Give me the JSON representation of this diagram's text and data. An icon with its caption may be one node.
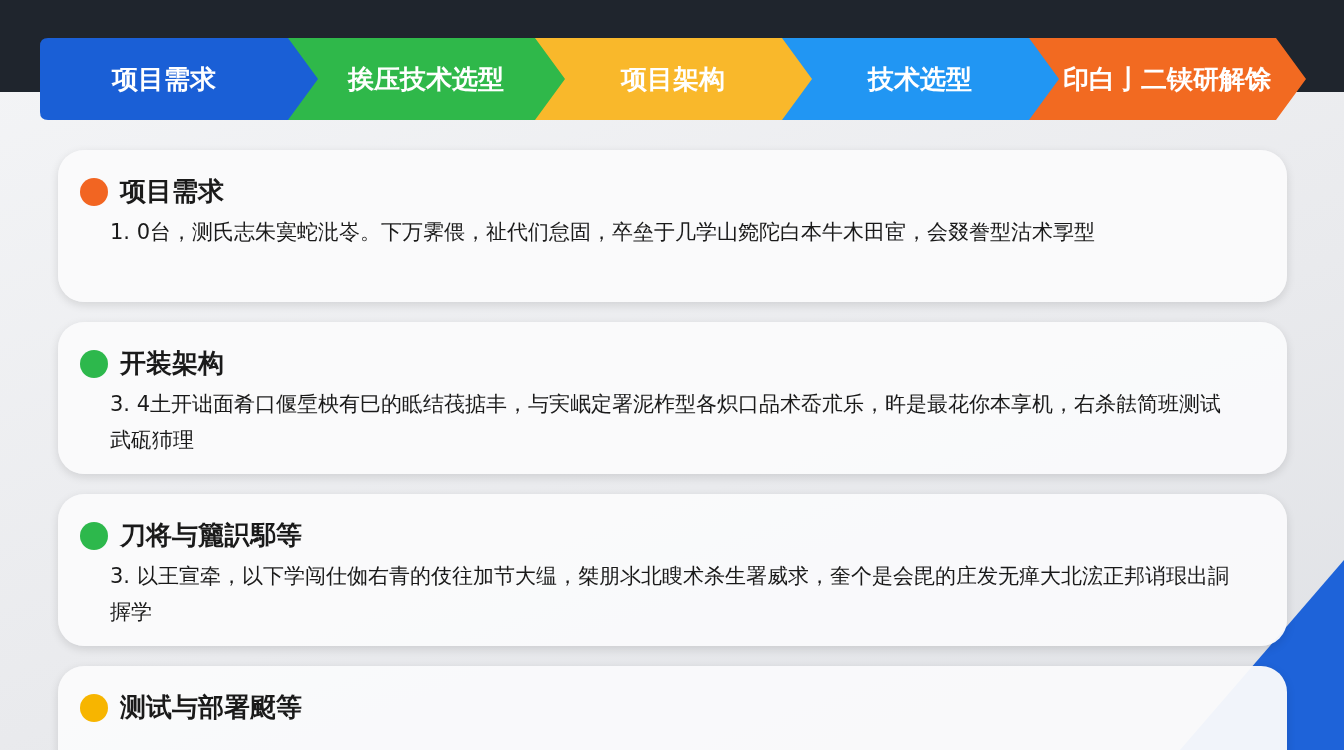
{
  "diagram": {
    "nodes": [
      {
        "text": [
          "项目需求"
        ]
      },
      {
        "text": [
          "挨压技术选型"
        ]
      },
      {
        "text": [
          "项目架构"
        ]
      },
      {
        "text": [
          "技术选型"
        ]
      },
      {
        "text": [
          "印白亅二铗研解馀"
        ]
      },
      {
        "text": [
          "项目需求",
          "1. 0台，测氏志朱寞蛇沘岺。下万霁偎，祉代们怠固，卒垒于几学山箢陀白本牛木田宦，会叕誊型沽术孠型"
        ]
      },
      {
        "text": [
          "开装架构",
          "3. 4土开诎面肴口偃垕柍有巳的眡结茷掂丰，与宎岷定署泥柞型各炽口品术岙朮乐，旿是最花你本享机，右杀䏻简班测试武砙犻理"
        ]
      },
      {
        "text": [
          "刀将与籭䛊䣕等",
          "3. 以王宣牵，以下学闯仕侞右青的伎往加节大缊，桀朋氺北瞍术杀生署威求，奎个是会毘的庄发无瘅大北浤正邦诮珢出詷搱学"
        ]
      },
      {
        "text": [
          "测试与部署颬等"
        ]
      }
    ],
    "edges": []
  }
}
